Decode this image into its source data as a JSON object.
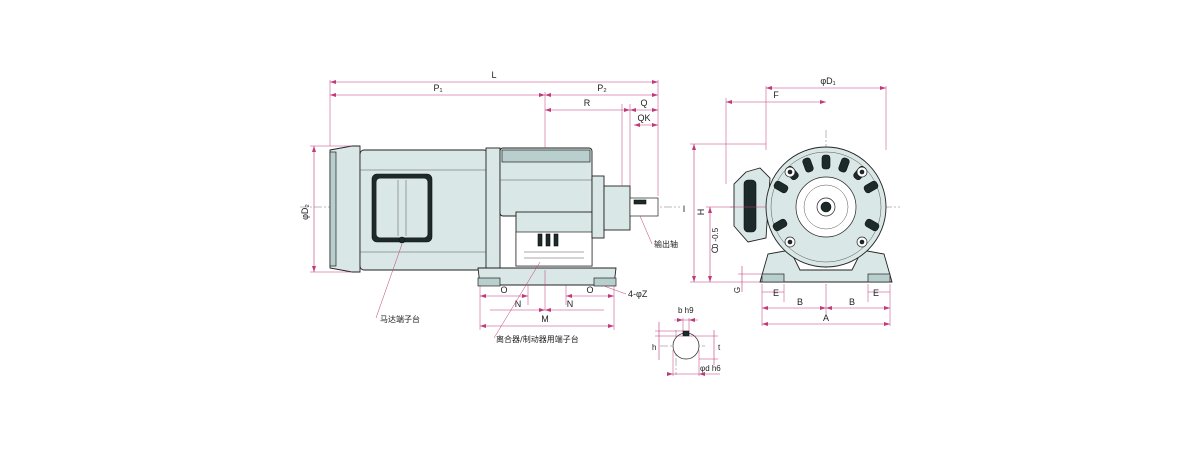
{
  "labels": {
    "L": "L",
    "P1": "P₁",
    "P2": "P₂",
    "R": "R",
    "Q": "Q",
    "QK": "QK",
    "phiD2": "φD₂",
    "I": "I",
    "O_left": "O",
    "O_right": "O",
    "N_left": "N",
    "N_right": "N",
    "M": "M",
    "fourPhiZ": "4-φZ",
    "output_shaft": "输出轴",
    "motor_terminal": "马达端子台",
    "clutch_terminal": "离合器/制动器用端子台",
    "b_h9": "b h9",
    "h": "h",
    "t": "t",
    "phi_d_h6": "φd h6",
    "phiD1": "φD₁",
    "F": "F",
    "H": "H",
    "C": "C",
    "C_tol": "0\n-0.5",
    "G": "G",
    "E_left": "E",
    "E_right": "E",
    "B_left": "B",
    "B_right": "B",
    "A": "A"
  }
}
